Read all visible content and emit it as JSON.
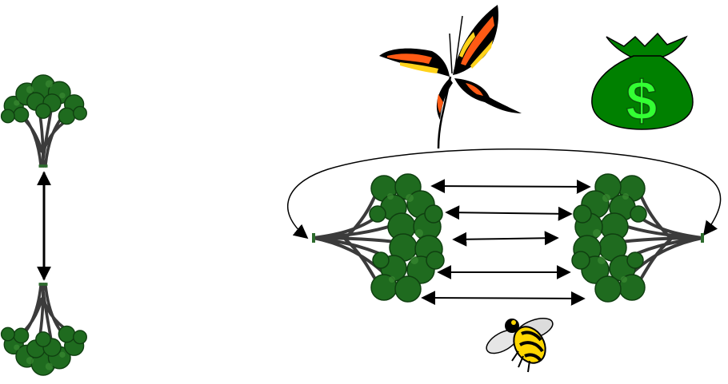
{
  "colors": {
    "background": "#ffffff",
    "foliage": "#1f6b1f",
    "foliage_dark": "#0f3f10",
    "foliage_light": "#3a8a32",
    "trunk": "#3b3b3b",
    "arrow": "#000000",
    "butterfly_orange": "#ff5a14",
    "butterfly_yellow": "#ffd21a",
    "butterfly_black": "#000000",
    "money_bag": "#008000",
    "dollar_sign": "#33ff33",
    "bee_yellow": "#ffd700",
    "bee_wing": "#dcdcdc"
  },
  "icons": {
    "left_top_tree": "tree-upright-icon",
    "left_bottom_tree": "tree-inverted-icon",
    "right_left_tree": "tree-sideways-right-icon",
    "right_right_tree": "tree-sideways-left-icon",
    "butterfly": "butterfly-icon",
    "money_bag": "money-bag-icon",
    "dollar_sign": "dollar-sign",
    "bee": "bee-icon"
  },
  "money_bag_symbol": "$",
  "connections": [
    {
      "from": "left-top-tree",
      "to": "left-bottom-tree",
      "kind": "double-headed"
    },
    {
      "from": "right-left-tree",
      "to": "right-right-tree",
      "kind": "double-headed",
      "count": 5
    },
    {
      "from": "right-left-tree",
      "to": "right-right-tree",
      "kind": "curved-loop",
      "via": "butterfly"
    }
  ]
}
